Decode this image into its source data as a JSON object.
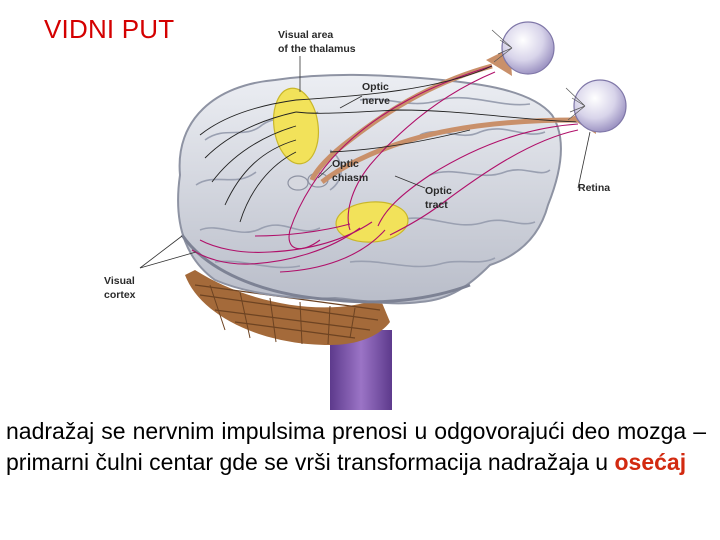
{
  "slide": {
    "title": "VIDNI PUT",
    "caption_main": "nadražaj se nervnim impulsima prenosi u odgovorajući deo mozga – primarni čulni centar gde se vrši transformacija nadražaja u ",
    "caption_emphasis": "osećaj"
  },
  "diagram": {
    "labels": {
      "thalamus_line1": "Visual area",
      "thalamus_line2": "of the thalamus",
      "optic_nerve_line1": "Optic",
      "optic_nerve_line2": "nerve",
      "optic_chiasm_line1": "Optic",
      "optic_chiasm_line2": "chiasm",
      "optic_tract_line1": "Optic",
      "optic_tract_line2": "tract",
      "retina": "Retina",
      "visual_cortex_line1": "Visual",
      "visual_cortex_line2": "cortex"
    },
    "colors": {
      "title": "#d40000",
      "emphasis": "#d22a10",
      "brain": "#cfd2db",
      "cerebellum": "#b07a4a",
      "brainstem": "#7a52a8",
      "nerve_fibers": "#b0106a",
      "thalamus_area": "#f2e25a"
    }
  }
}
